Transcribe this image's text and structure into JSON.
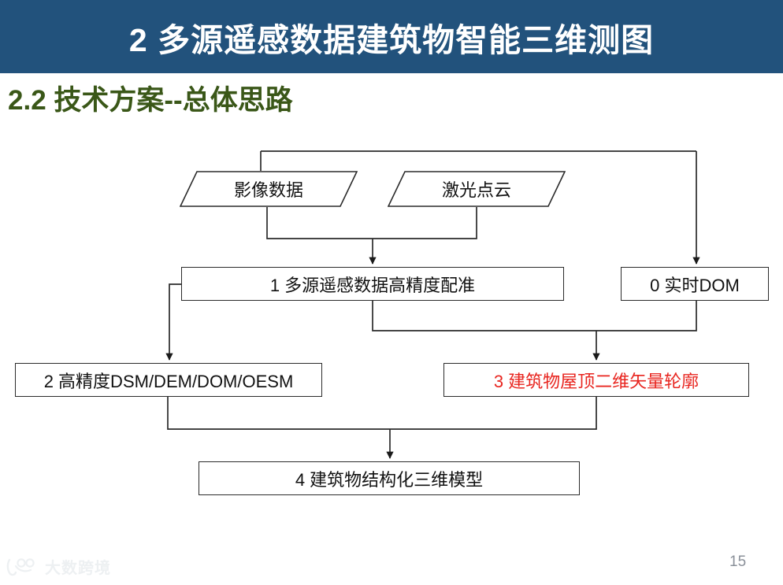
{
  "header": {
    "title": "2  多源遥感数据建筑物智能三维测图",
    "background_color": "#22527c",
    "text_color": "#ffffff"
  },
  "subtitle": {
    "text": "2.2  技术方案--总体思路",
    "color": "#3a5718"
  },
  "flowchart": {
    "line_color": "#2b2b2b",
    "nodes": [
      {
        "id": "image-data",
        "label": "影像数据",
        "shape": "parallelogram",
        "color": "#111111"
      },
      {
        "id": "laser-cloud",
        "label": "激光点云",
        "shape": "parallelogram",
        "color": "#111111"
      },
      {
        "id": "registration",
        "label": "1 多源遥感数据高精度配准",
        "shape": "rectangle",
        "color": "#111111"
      },
      {
        "id": "realtime-dom",
        "label": "0 实时DOM",
        "shape": "rectangle",
        "color": "#111111"
      },
      {
        "id": "high-precision",
        "label": "2 高精度DSM/DEM/DOM/OESM",
        "shape": "rectangle",
        "color": "#111111"
      },
      {
        "id": "roof-outline",
        "label": "3 建筑物屋顶二维矢量轮廓",
        "shape": "rectangle",
        "color": "#e8251f"
      },
      {
        "id": "3d-model",
        "label": "4 建筑物结构化三维模型",
        "shape": "rectangle",
        "color": "#111111"
      }
    ]
  },
  "footer": {
    "watermark_text": "大数跨境",
    "page_number": "15",
    "page_number_color": "#8a9099"
  }
}
